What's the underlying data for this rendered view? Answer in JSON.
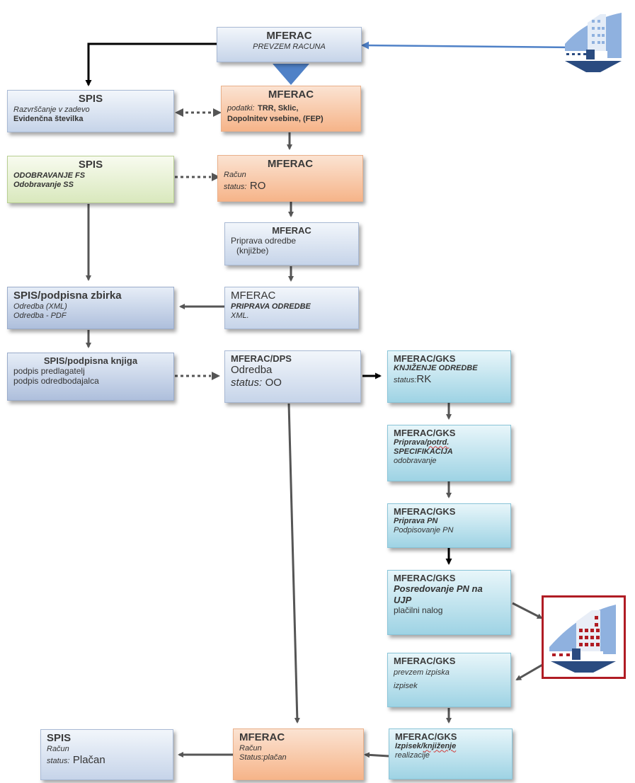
{
  "boxes": {
    "b1": {
      "title": "MFERAC",
      "line1": "PREVZEM RACUNA"
    },
    "b2": {
      "title": "SPIS",
      "line1": "Razvrščanje v zadevo",
      "line2": "Evidenčna številka"
    },
    "b3": {
      "title": "MFERAC",
      "line1_label": "podatki:",
      "line1_value": "TRR,  Sklic,",
      "line2": "Dopolnitev vsebine,  (FEP)"
    },
    "b4": {
      "title": "SPIS",
      "line1": "ODOBRAVANJE FS",
      "line2": "Odobravanje SS"
    },
    "b5": {
      "title": "MFERAC",
      "line1": "Račun",
      "status_label": "status:",
      "status_value": "RO"
    },
    "b6": {
      "title": "MFERAC",
      "line1": "Priprava odredbe",
      "line2": "(knjižbe)"
    },
    "b7": {
      "title": "SPIS/podpisna zbirka",
      "line1": "Odredba (XML)",
      "line2": "Odredba - PDF"
    },
    "b8": {
      "title": "MFERAC",
      "line1": "PRIPRAVA ODREDBE",
      "line2": "XML."
    },
    "b9": {
      "title": "SPIS/podpisna knjiga",
      "line1": "podpis predlagatelj",
      "line2": "podpis odredbodajalca"
    },
    "b10": {
      "title": "MFERAC/DPS",
      "line1": "Odredba",
      "status_label": "status:",
      "status_value": "OO"
    },
    "b11": {
      "title": "MFERAC/GKS",
      "line1": "KNJIŽENJE ODREDBE",
      "status_label": "status:",
      "status_value": "RK"
    },
    "b12": {
      "title": "MFERAC/GKS",
      "line1a": "Priprava/",
      "line1b": "potrd.",
      "line2": "SPECIFIKACIJA",
      "line3": "odobravanje"
    },
    "b13": {
      "title": "MFERAC/GKS",
      "line1": "Priprava PN",
      "line2": "Podpisovanje PN"
    },
    "b14": {
      "title": "MFERAC/GKS",
      "line1": "Posredovanje PN na",
      "line2": "UJP",
      "line3": "plačilni nalog"
    },
    "b15": {
      "title": "MFERAC/GKS",
      "line1": "prevzem izpiska",
      "line2": "izpisek"
    },
    "b16": {
      "title": "MFERAC/GKS",
      "line1a": "Izpisek/",
      "line1b": "knjiženje",
      "line2": "realizacije"
    },
    "b17": {
      "title": "MFERAC",
      "line1": "Račun",
      "status": "Status:plačan"
    },
    "b18": {
      "title": "SPIS",
      "line1": "Račun",
      "status_label": "status:",
      "status_value": "Plačan"
    }
  },
  "icons": {
    "top": "treasury-building-icon",
    "bottom": "ujp-building-icon"
  },
  "colors": {
    "arrow": "#555555",
    "arrow_black": "#000000",
    "arrow_blue": "#4f81c7",
    "frame_red": "#b01c24"
  }
}
